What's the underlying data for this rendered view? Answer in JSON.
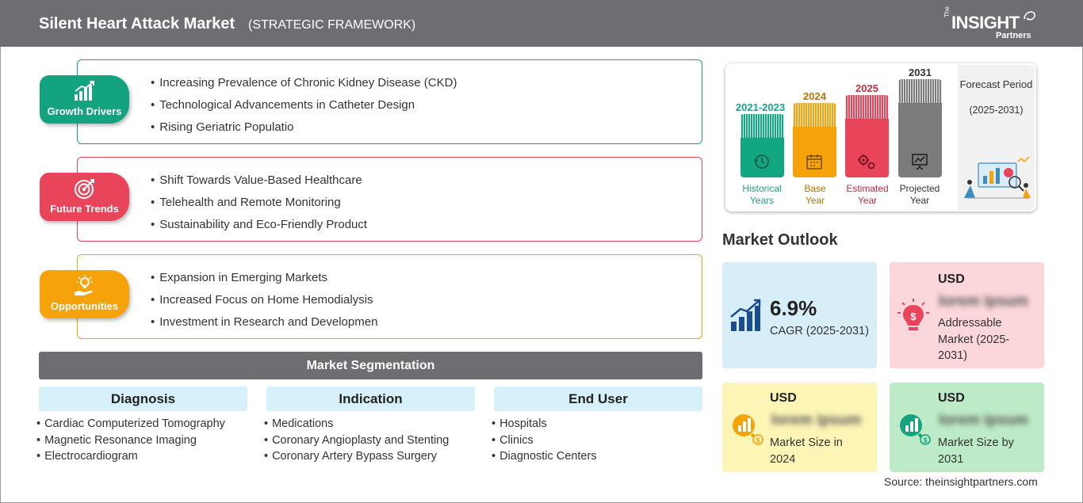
{
  "header": {
    "title": "Silent Heart Attack Market",
    "subtitle": "(STRATEGIC FRAMEWORK)",
    "logo": {
      "the": "The",
      "insight": "INSIGHT",
      "partners": "Partners"
    }
  },
  "colors": {
    "header_bg": "#6d6e71",
    "growth": "#14a37f",
    "trends": "#e8455a",
    "opportunities": "#f5a20b",
    "segment_head_bg": "#d7f1fb"
  },
  "sections": [
    {
      "badge": "Growth Drivers",
      "icon": "growth-chart-icon",
      "color": "#14a37f",
      "items": [
        "Increasing Prevalence of Chronic Kidney Disease (CKD)",
        "Technological Advancements in Catheter Design",
        "Rising Geriatric Populatio"
      ]
    },
    {
      "badge": "Future Trends",
      "icon": "target-icon",
      "color": "#e8455a",
      "items": [
        "Shift Towards Value-Based Healthcare",
        "Telehealth and Remote Monitoring",
        "Sustainability and Eco-Friendly Product"
      ]
    },
    {
      "badge": "Opportunities",
      "icon": "hand-lightbulb-icon",
      "color": "#f5a20b",
      "items": [
        "Expansion in Emerging Markets",
        "Increased Focus on Home Hemodialysis",
        "Investment in Research and Developmen"
      ]
    }
  ],
  "segmentation": {
    "title": "Market Segmentation",
    "columns": [
      {
        "heading": "Diagnosis",
        "items": [
          "Cardiac Computerized Tomography",
          "Magnetic Resonance Imaging",
          "Electrocardiogram"
        ]
      },
      {
        "heading": "Indication",
        "items": [
          "Medications",
          "Coronary Angioplasty and Stenting",
          "Coronary Artery Bypass Surgery"
        ]
      },
      {
        "heading": "End User",
        "items": [
          "Hospitals",
          "Clinics",
          "Diagnostic Centers"
        ]
      }
    ]
  },
  "timeline": {
    "bars": [
      {
        "year": "2021-2023",
        "label": [
          "Historical",
          "Years"
        ],
        "color": "#13a781",
        "icon": "clock-history-icon"
      },
      {
        "year": "2024",
        "label": [
          "Base",
          "Year"
        ],
        "color": "#f5a20b",
        "icon": "calendar-icon"
      },
      {
        "year": "2025",
        "label": [
          "Estimated",
          "Year"
        ],
        "color": "#e8455a",
        "icon": "gears-icon"
      },
      {
        "year": "2031",
        "label": [
          "Projected",
          "Year"
        ],
        "color": "#7b7b7b",
        "icon": "presentation-icon"
      }
    ],
    "forecast_label": "Forecast Period",
    "forecast_period": "(2025-2031)"
  },
  "market_outlook": {
    "title": "Market Outlook",
    "cagr_value": "6.9%",
    "cagr_label": "CAGR (2025-2031)",
    "addressable": {
      "currency": "USD",
      "value": "lorem ipsum",
      "label": "Addressable Market (2025-2031)"
    },
    "size_2024": {
      "currency": "USD",
      "value": "lorem ipsum",
      "label": "Market Size in 2024"
    },
    "size_2031": {
      "currency": "USD",
      "value": "lorem ipsum",
      "label": "Market Size by 2031"
    }
  },
  "source": "Source: theinsightpartners.com"
}
